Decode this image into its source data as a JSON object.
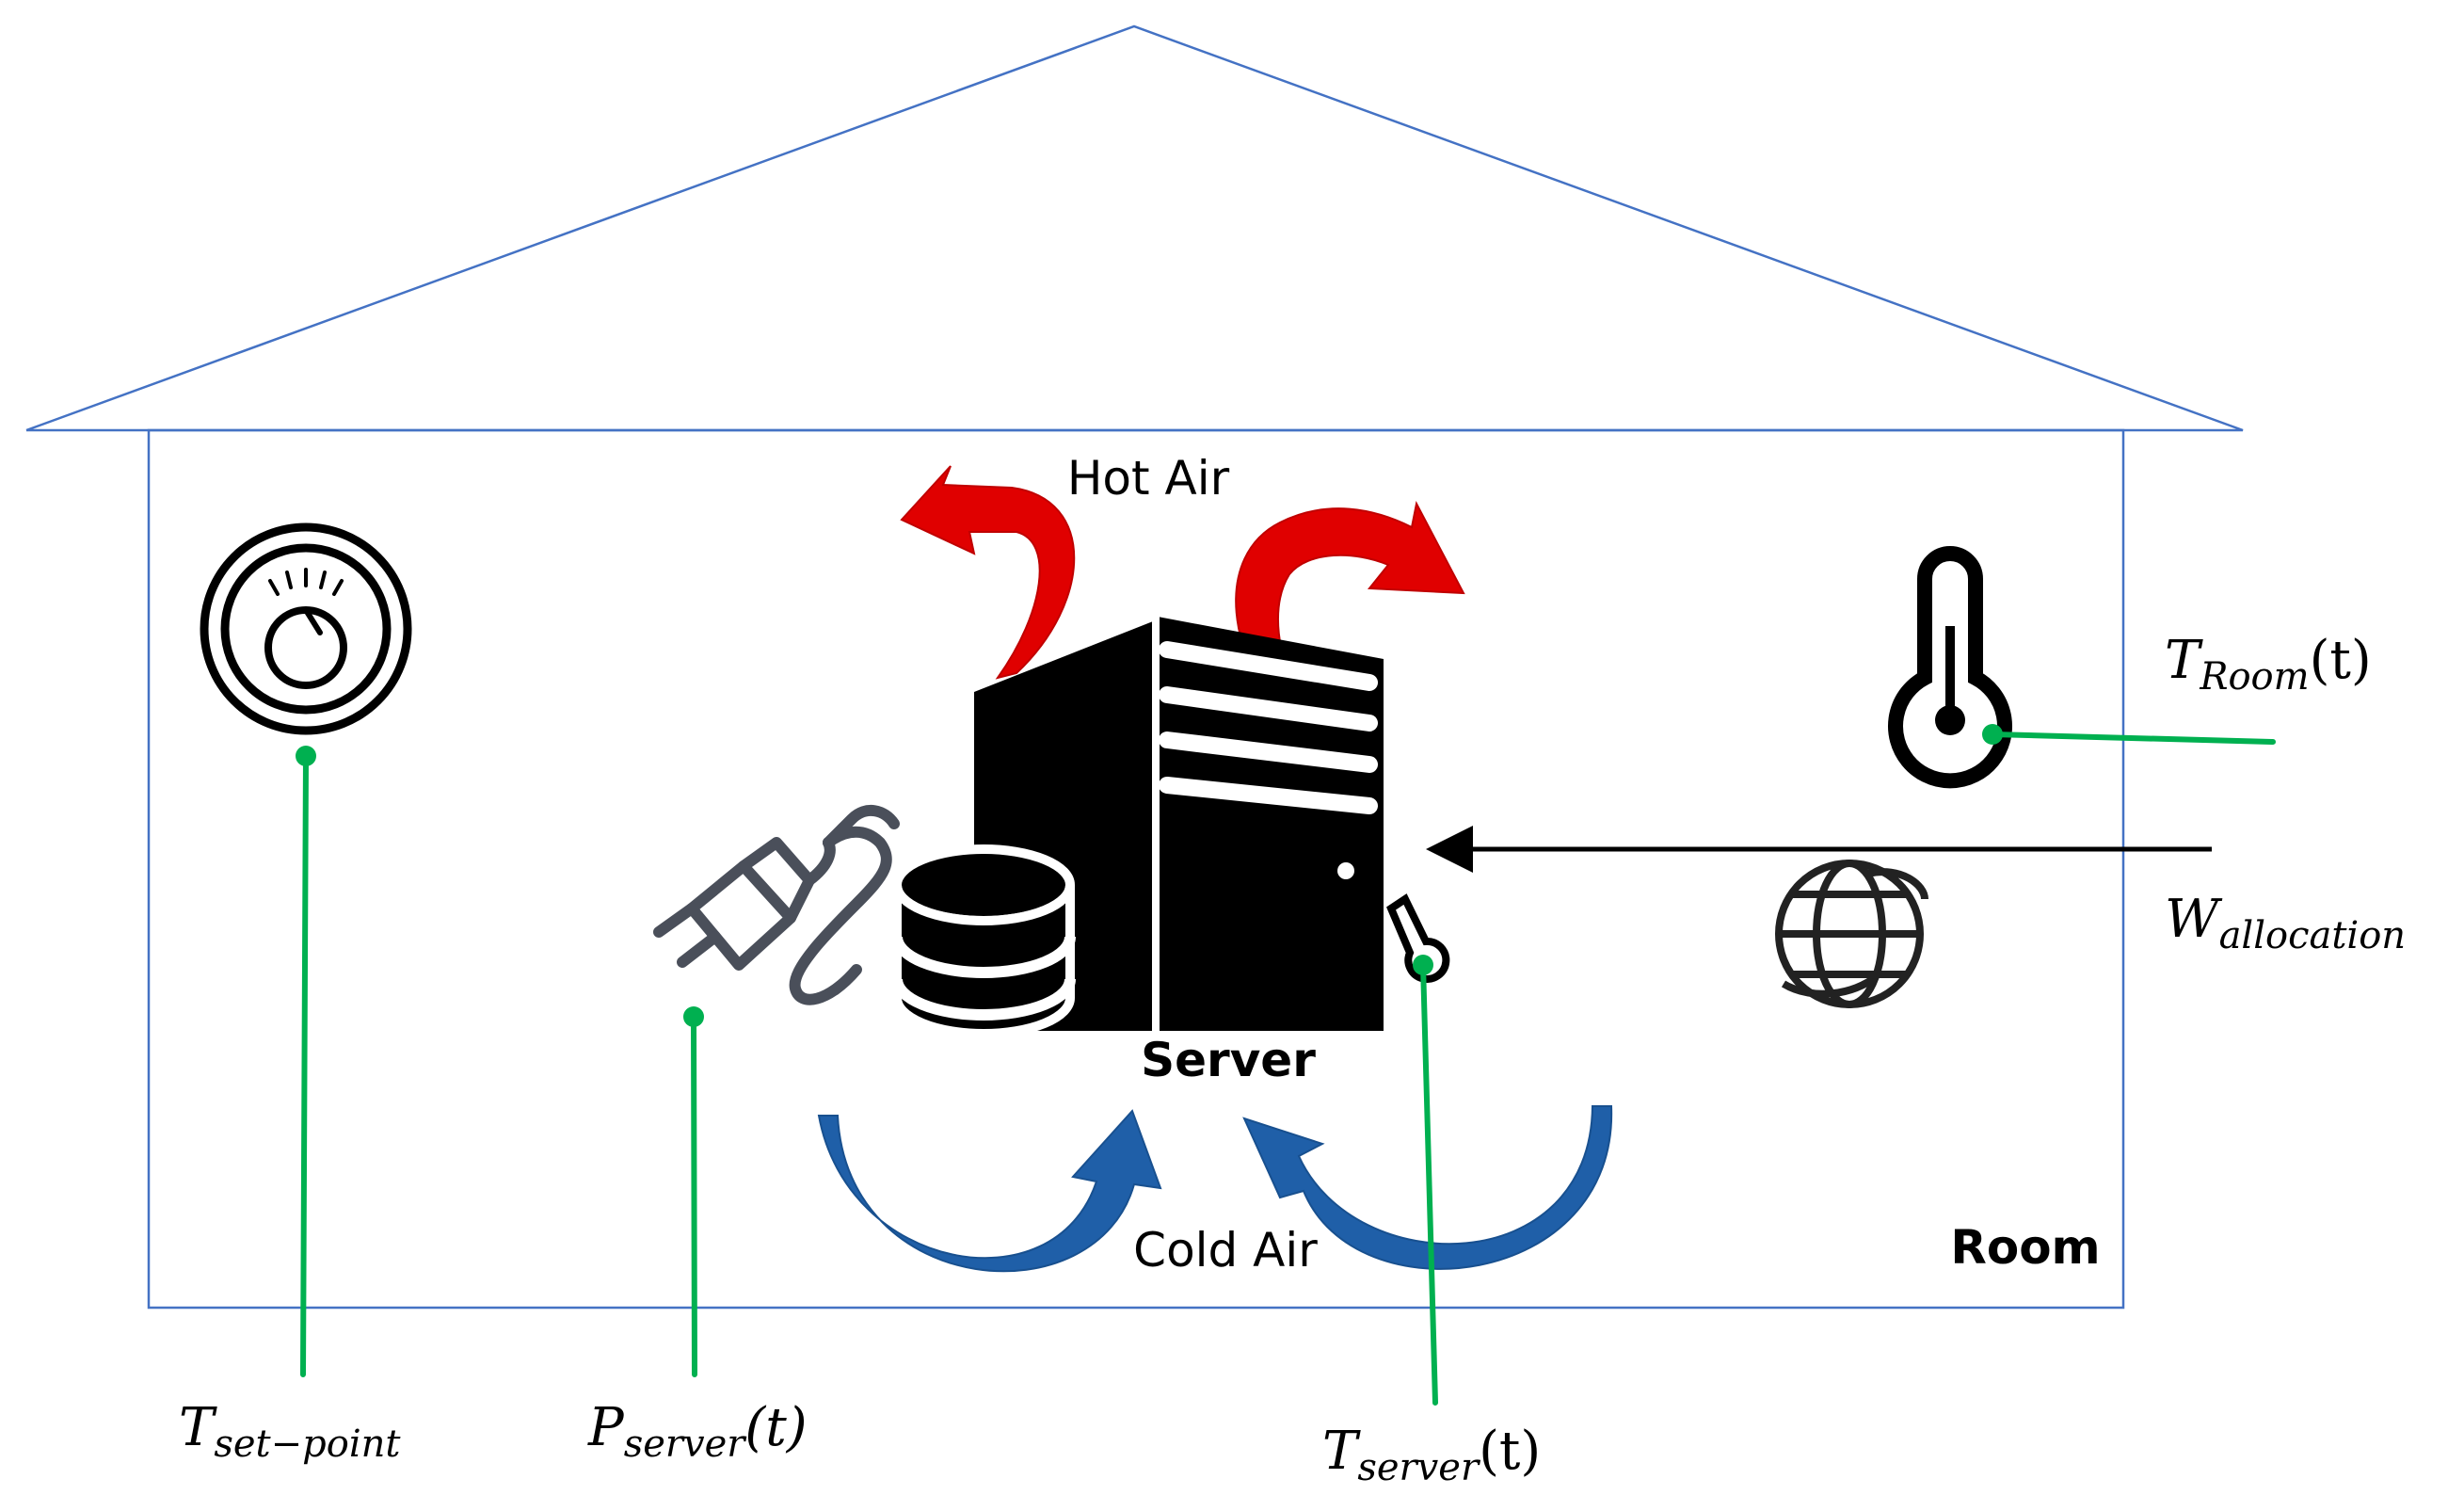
{
  "labels": {
    "hot_air": "Hot Air",
    "cold_air": "Cold Air",
    "server": "Server",
    "room": "Room"
  },
  "variables": {
    "t_set_point": {
      "symbol": "T",
      "subscript": "set−point",
      "suffix": ""
    },
    "p_server": {
      "symbol": "P",
      "subscript": "server",
      "suffix": "(t)"
    },
    "t_server": {
      "symbol": "T",
      "subscript": "server",
      "suffix": "(t)"
    },
    "t_room": {
      "symbol": "T",
      "subscript": "Room",
      "suffix": "(t)"
    },
    "w_allocation": {
      "symbol": "W",
      "subscript": "allocation",
      "suffix": ""
    }
  },
  "colors": {
    "outline": "#4472c4",
    "sensor_line": "#00b050",
    "hot_air": "#e00000",
    "cold_air": "#1f5fa8",
    "icon_dark": "#000000",
    "plug_icon": "#4a4f5a"
  },
  "icons": {
    "thermostat": "thermostat-dial-icon",
    "plug": "power-plug-icon",
    "database": "database-icon",
    "server": "server-tower-icon",
    "server_sensor": "server-temperature-sensor-icon",
    "thermometer": "thermometer-icon",
    "globe": "globe-icon"
  }
}
